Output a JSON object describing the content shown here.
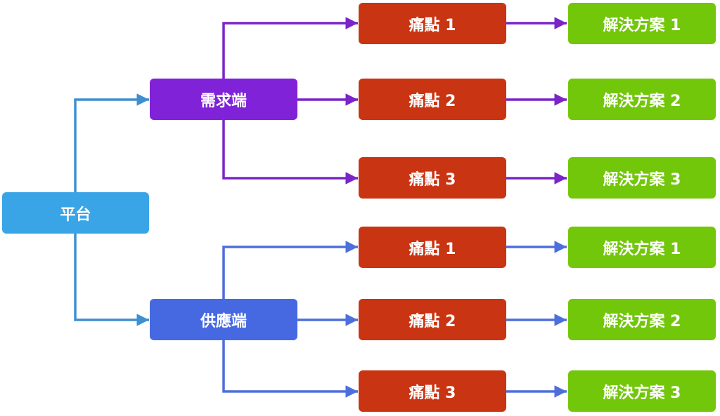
{
  "root": {
    "label": "平台"
  },
  "branches": [
    {
      "label": "需求端",
      "color": "#7f22d8",
      "line_color": "#7a24c9",
      "pain_points": [
        "痛點 1",
        "痛點 2",
        "痛點 3"
      ],
      "solutions": [
        "解決方案 1",
        "解決方案 2",
        "解決方案 3"
      ]
    },
    {
      "label": "供應端",
      "color": "#4669e1",
      "line_color": "#4d6fdc",
      "pain_points": [
        "痛點 1",
        "痛點 2",
        "痛點 3"
      ],
      "solutions": [
        "解決方案 1",
        "解決方案 2",
        "解決方案 3"
      ]
    }
  ],
  "colors": {
    "root": "#3aa5e6",
    "root_line": "#3f8fd0",
    "pain_point": "#c93412",
    "solution": "#73c70a"
  }
}
